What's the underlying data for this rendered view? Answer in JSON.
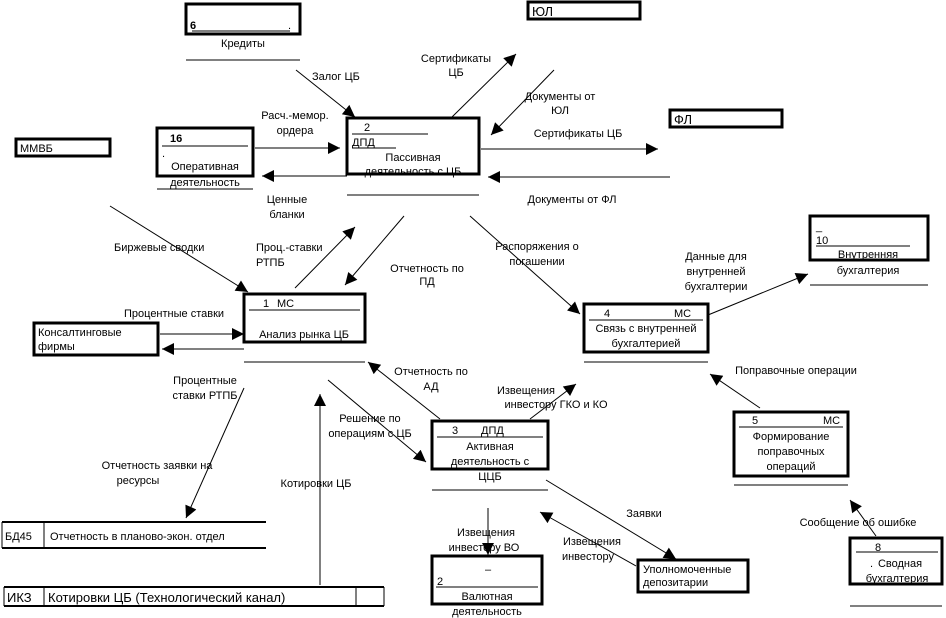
{
  "external_entities": {
    "credits": {
      "num": "6",
      "label": "Кредиты"
    },
    "yul": {
      "label": "ЮЛ"
    },
    "fl": {
      "label": "ФЛ"
    },
    "mmvb": {
      "label": "ММВБ"
    },
    "consulting": {
      "label_1": "Консалтинговые",
      "label_2": "фирмы"
    },
    "operational": {
      "num": "16",
      "dot": ".",
      "label_1": "Оперативная",
      "label_2": "деятельность"
    },
    "internal_acc": {
      "dash": "_",
      "num": "10",
      "label_1": "Внутренняя",
      "label_2": "бухгалтерия"
    },
    "summary_acc": {
      "num": "8",
      "label_1": "Сводная",
      "label_2": "бухгалтерия"
    },
    "depositaries": {
      "label_1": "Уполномоченные",
      "label_2": "депозитарии"
    },
    "currency": {
      "dash": "–",
      "num": "2",
      "label_1": "Валютная",
      "label_2": "деятельность"
    }
  },
  "processes": {
    "p1": {
      "num": "1",
      "code": "МС",
      "label": "Анализ рынка ЦБ"
    },
    "p2": {
      "num": "2",
      "code": "ДПД",
      "label_1": "Пассивная",
      "label_2": "деятельность с ЦБ"
    },
    "p3": {
      "num": "3",
      "code": "ДПД",
      "label_1": "Активная",
      "label_2": "деятельность с",
      "label_3": "ЦЦБ"
    },
    "p4": {
      "num": "4",
      "code": "МС",
      "label_1": "Связь с внутренней",
      "label_2": "бухгалтерией"
    },
    "p5": {
      "num": "5",
      "code": "МС",
      "label_1": "Формирование",
      "label_2": "поправочных",
      "label_3": "операций"
    }
  },
  "data_stores": {
    "bd45": {
      "id": "БД45",
      "label": "Отчетность в планово-экон. отдел"
    },
    "ik3": {
      "id": "ИКЗ",
      "label": "Котировки ЦБ (Технологический канал)"
    }
  },
  "flows": {
    "zalog": "Залог ЦБ",
    "cert_cb_1": "Сертификаты",
    "cert_cb_2": "ЦБ",
    "docs_yul_1": "Документы от",
    "docs_yul_2": "ЮЛ",
    "rasch_1": "Расч.-мемор.",
    "rasch_2": "ордера",
    "cert_fl": "Сертификаты ЦБ",
    "docs_fl": "Документы от ФЛ",
    "blanks_1": "Ценные",
    "blanks_2": "бланки",
    "birzh": "Биржевые сводки",
    "proc_stav_1": "Проц.-ставки",
    "proc_stav_2": "РТПБ",
    "otch_pd_1": "Отчетность по",
    "otch_pd_2": "ПД",
    "rasp_1": "Распоряжения о",
    "rasp_2": "погашении",
    "dannye_1": "Данные для",
    "dannye_2": "внутренней",
    "dannye_3": "бухгалтерии",
    "proc_stavki": "Процентные ставки",
    "proc_rtpb_1": "Процентные",
    "proc_rtpb_2": "ставки РТПБ",
    "otch_ad_1": "Отчетность по",
    "otch_ad_2": "АД",
    "izv_gko_1": "Извещения",
    "izv_gko_2": "инвестору ГКО и КО",
    "reshenie_1": "Решение по",
    "reshenie_2": "операциям с ЦБ",
    "popravochnye": "Поправочные операции",
    "otch_zayavki_1": "Отчетность заявки на",
    "otch_zayavki_2": "ресурсы",
    "kotirovki": "Котировки ЦБ",
    "zayavki": "Заявки",
    "izv_vo_1": "Извещения",
    "izv_vo_2": "инвестору ВО",
    "izv_inv_1": "Извещения",
    "izv_inv_2": "инвестору",
    "soobsh": "Сообщение об ошибке"
  }
}
